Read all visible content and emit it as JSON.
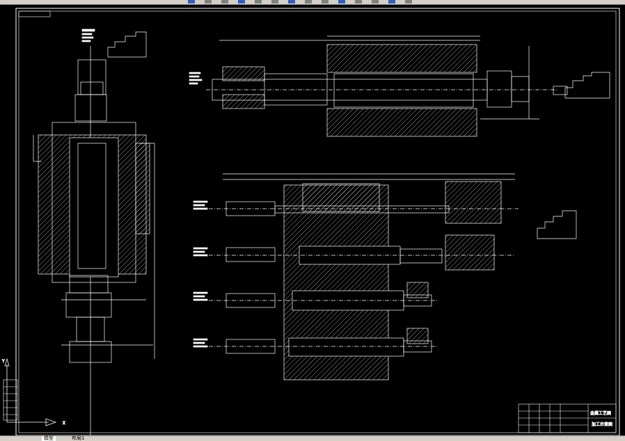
{
  "toolbar": {
    "buttons": [
      "new-icon",
      "open-icon",
      "save-icon",
      "print-icon",
      "cut-icon",
      "copy-icon",
      "paste-icon",
      "undo-icon",
      "redo-icon",
      "pan-icon",
      "zoom-icon",
      "properties-icon",
      "layer-icon",
      "help-icon"
    ]
  },
  "title_block": {
    "line1": "金属工艺图",
    "line2": "加工示意图"
  },
  "ucs": {
    "x_label": "X",
    "y_label": "Y"
  },
  "model_tabs": [
    {
      "label": "模型",
      "active": true
    },
    {
      "label": "布局1",
      "active": false
    }
  ],
  "colors": {
    "background": "#000000",
    "line": "#ffffff",
    "chrome": "#d4d0c8"
  }
}
